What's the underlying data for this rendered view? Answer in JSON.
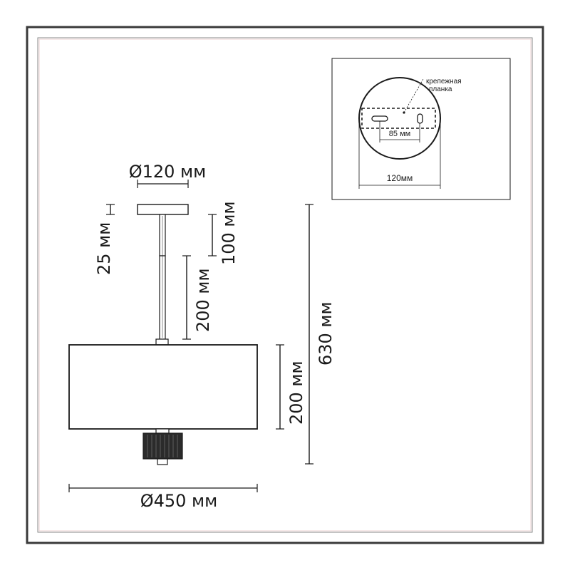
{
  "dimensions": {
    "canopy_diameter": "Ø120 мм",
    "canopy_height": "25 мм",
    "rod_adjust": "100 мм",
    "rod_length": "200 мм",
    "total_height": "630 мм",
    "shade_height": "200 мм",
    "shade_diameter": "Ø450 мм"
  },
  "inset": {
    "bracket_label_line1": "крепежная",
    "bracket_label_line2": "планка",
    "hole_spacing": "85 мм",
    "plate_diameter": "120мм"
  },
  "colors": {
    "line": "#1a1a1a",
    "frame_outer": "#3a3a3a",
    "frame_inner": "#8a8a8a",
    "pink_border": "#e8c9c9"
  }
}
